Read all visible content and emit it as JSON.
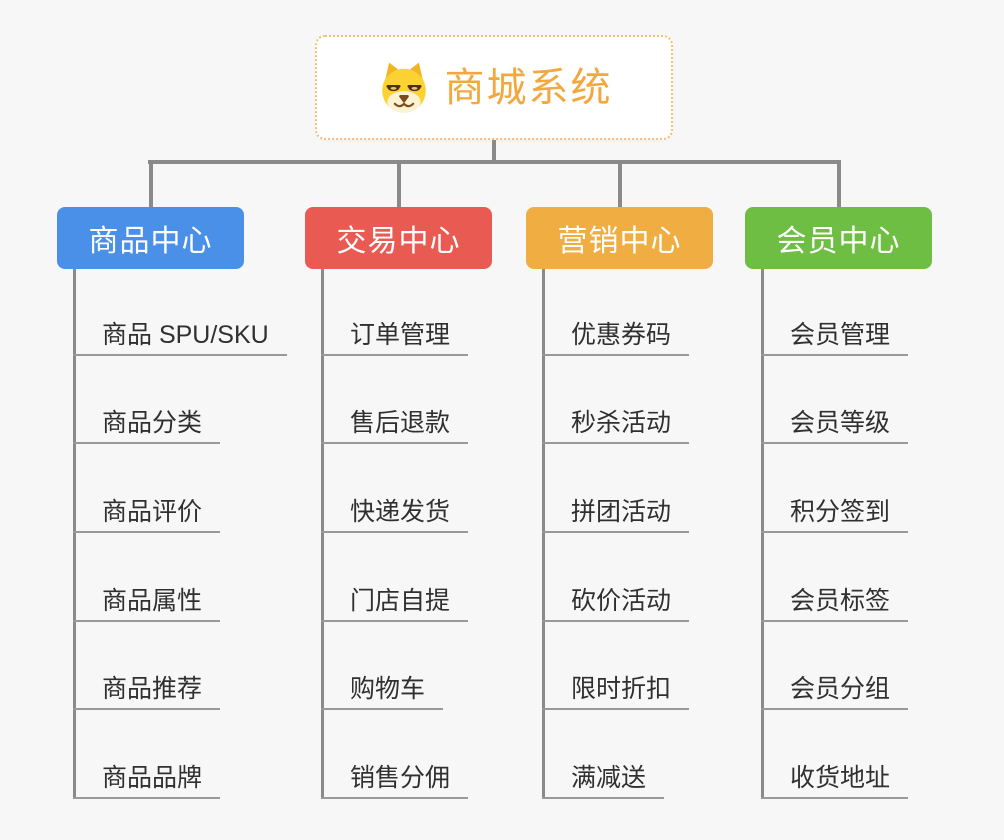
{
  "root": {
    "label": "商城系统",
    "icon": "dog-face-icon",
    "text_color": "#f2a83e",
    "border_color": "#f3c073"
  },
  "branches": [
    {
      "label": "商品中心",
      "color": "#4b90e8",
      "items": [
        "商品 SPU/SKU",
        "商品分类",
        "商品评价",
        "商品属性",
        "商品推荐",
        "商品品牌"
      ]
    },
    {
      "label": "交易中心",
      "color": "#e85a52",
      "items": [
        "订单管理",
        "售后退款",
        "快递发货",
        "门店自提",
        "购物车",
        "销售分佣"
      ]
    },
    {
      "label": "营销中心",
      "color": "#efad42",
      "items": [
        "优惠券码",
        "秒杀活动",
        "拼团活动",
        "砍价活动",
        "限时折扣",
        "满减送"
      ]
    },
    {
      "label": "会员中心",
      "color": "#6dbe43",
      "items": [
        "会员管理",
        "会员等级",
        "积分签到",
        "会员标签",
        "会员分组",
        "收货地址"
      ]
    }
  ],
  "colors": {
    "background": "#f7f7f7",
    "connector": "#8a8a8a",
    "item_line": "#999999",
    "item_text": "#303030"
  }
}
